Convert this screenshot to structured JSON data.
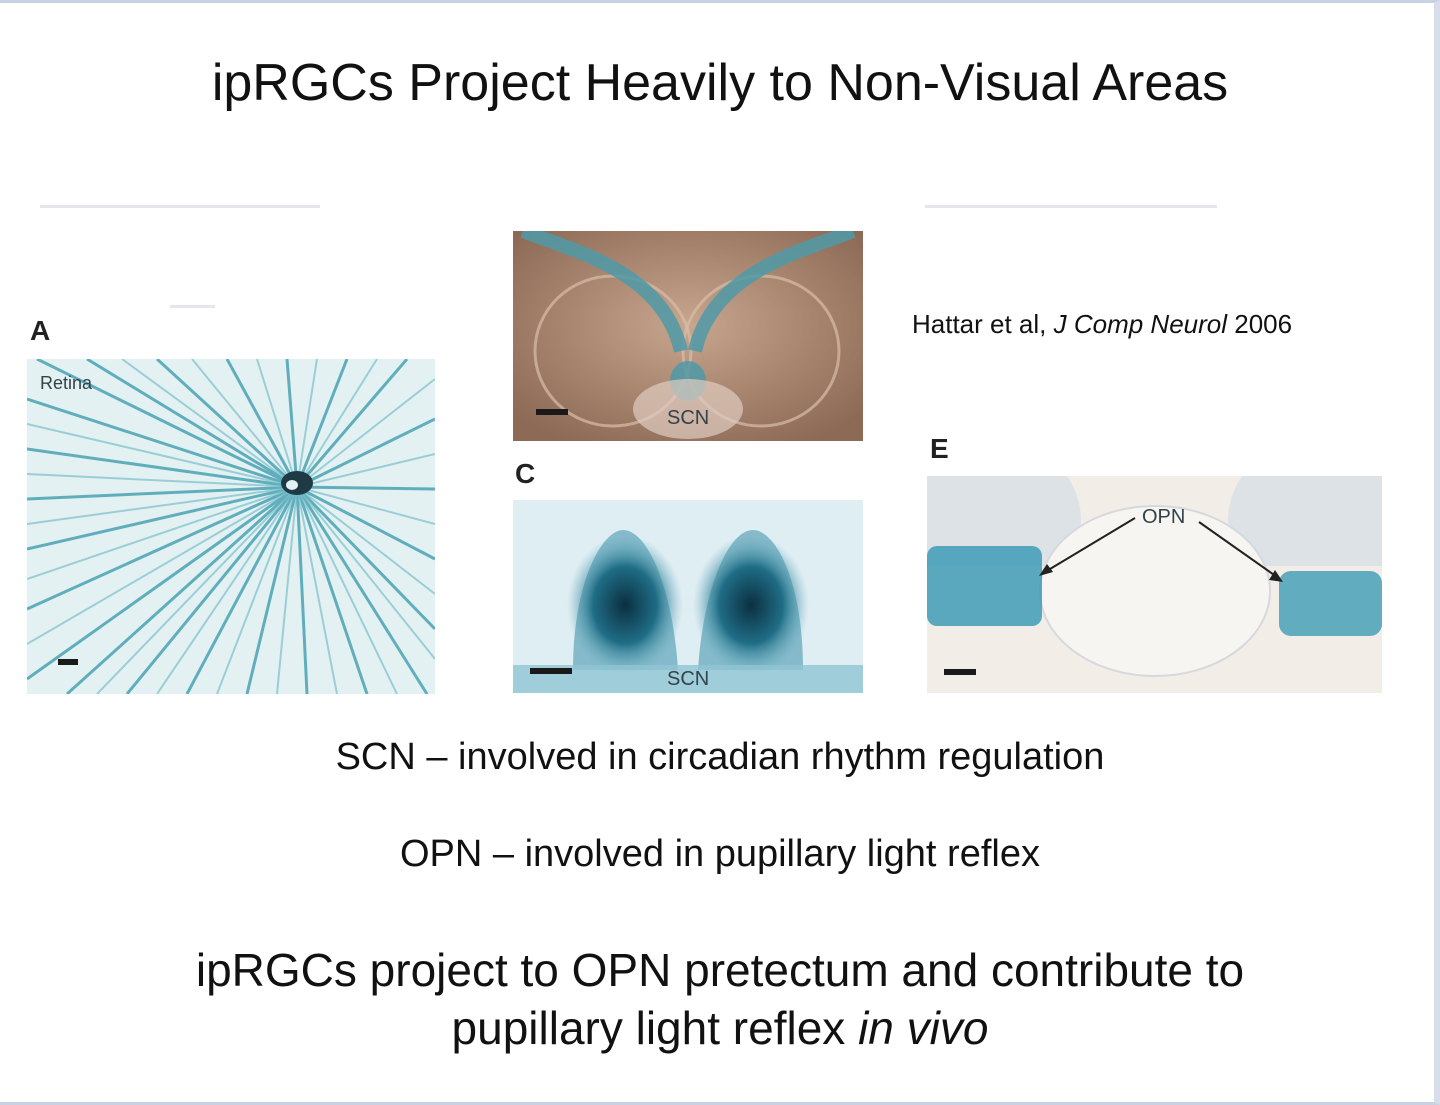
{
  "slide": {
    "title": "ipRGCs Project Heavily to Non-Visual Areas",
    "citation": {
      "authors": "Hattar et al, ",
      "journal": "J Comp Neurol",
      "year": " 2006"
    },
    "panels": {
      "a": {
        "letter": "A",
        "label": "Retina"
      },
      "b": {
        "label": "SCN"
      },
      "c": {
        "letter": "C",
        "label": "SCN"
      },
      "e": {
        "letter": "E",
        "label": "OPN"
      }
    },
    "captions": {
      "scn": "SCN – involved in circadian rhythm regulation",
      "opn": "OPN – involved in pupillary light reflex"
    },
    "conclusion": {
      "line1": "ipRGCs project to OPN pretectum and contribute to",
      "line2_plain": "pupillary light reflex ",
      "line2_italic": "in vivo"
    }
  },
  "colors": {
    "stain_blue": "#2f8fa6",
    "tissue_brown": "#a57f68",
    "light_tissue": "#e9eef2"
  }
}
